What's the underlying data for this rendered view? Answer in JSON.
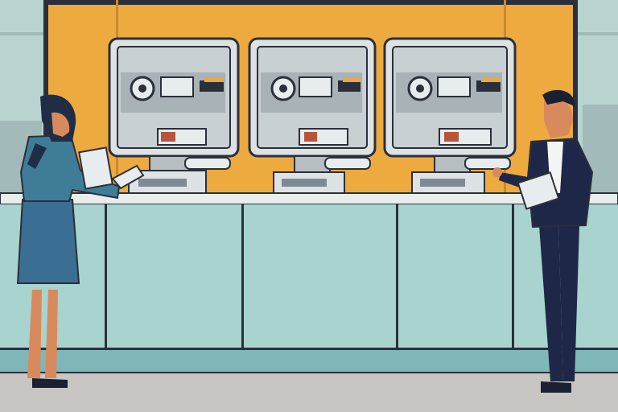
{
  "scene": {
    "description_free": true,
    "palette": {
      "wall_orange": "#EDAA3F",
      "window_pane": "#B9D3D0",
      "window_frame": "#2A2F3A",
      "counter_panel": "#A8D3CF",
      "counter_top": "#E9EEEC",
      "counter_base": "#7FB7B8",
      "floor": "#C7C6C3",
      "machine_body": "#C9D0D3",
      "machine_screen": "#E7ECEE",
      "outline": "#2B2F3A",
      "woman_jacket": "#3F7C97",
      "woman_skirt": "#3B6E93",
      "woman_hair": "#1F2E44",
      "skin": "#D98A5C",
      "man_suit": "#1E2747",
      "man_shirt": "#F4F4F4",
      "shoe": "#1B2133"
    },
    "monitors": [
      {
        "name": "monitor-left"
      },
      {
        "name": "monitor-center"
      },
      {
        "name": "monitor-right"
      }
    ],
    "figures": [
      {
        "name": "woman-figure"
      },
      {
        "name": "man-figure"
      }
    ]
  }
}
